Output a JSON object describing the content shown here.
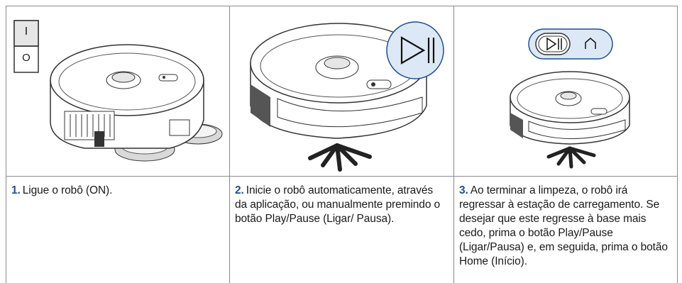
{
  "steps": [
    {
      "number": "1.",
      "text": "Ligue o robô (ON).",
      "illustration": "robot-power-switch-icon"
    },
    {
      "number": "2.",
      "text": "Inicie o robô automaticamente, através da aplicação, ou manualmente premindo o botão Play/Pause (Ligar/ Pausa).",
      "illustration": "play-pause-button-icon"
    },
    {
      "number": "3.",
      "text": "Ao terminar a limpeza, o robô irá regressar à estação de carregamento. Se desejar que este regresse à base mais cedo, prima o botão Play/Pause (Ligar/Pausa) e, em seguida, prima o botão Home (Início).",
      "illustration": "home-button-icon"
    }
  ],
  "switch": {
    "on_label": "I",
    "off_label": "O"
  },
  "colors": {
    "step_number": "#1d4f8c",
    "border": "#8c8c8c",
    "callout_fill": "#dde8f6",
    "callout_stroke": "#1d4f8c"
  }
}
